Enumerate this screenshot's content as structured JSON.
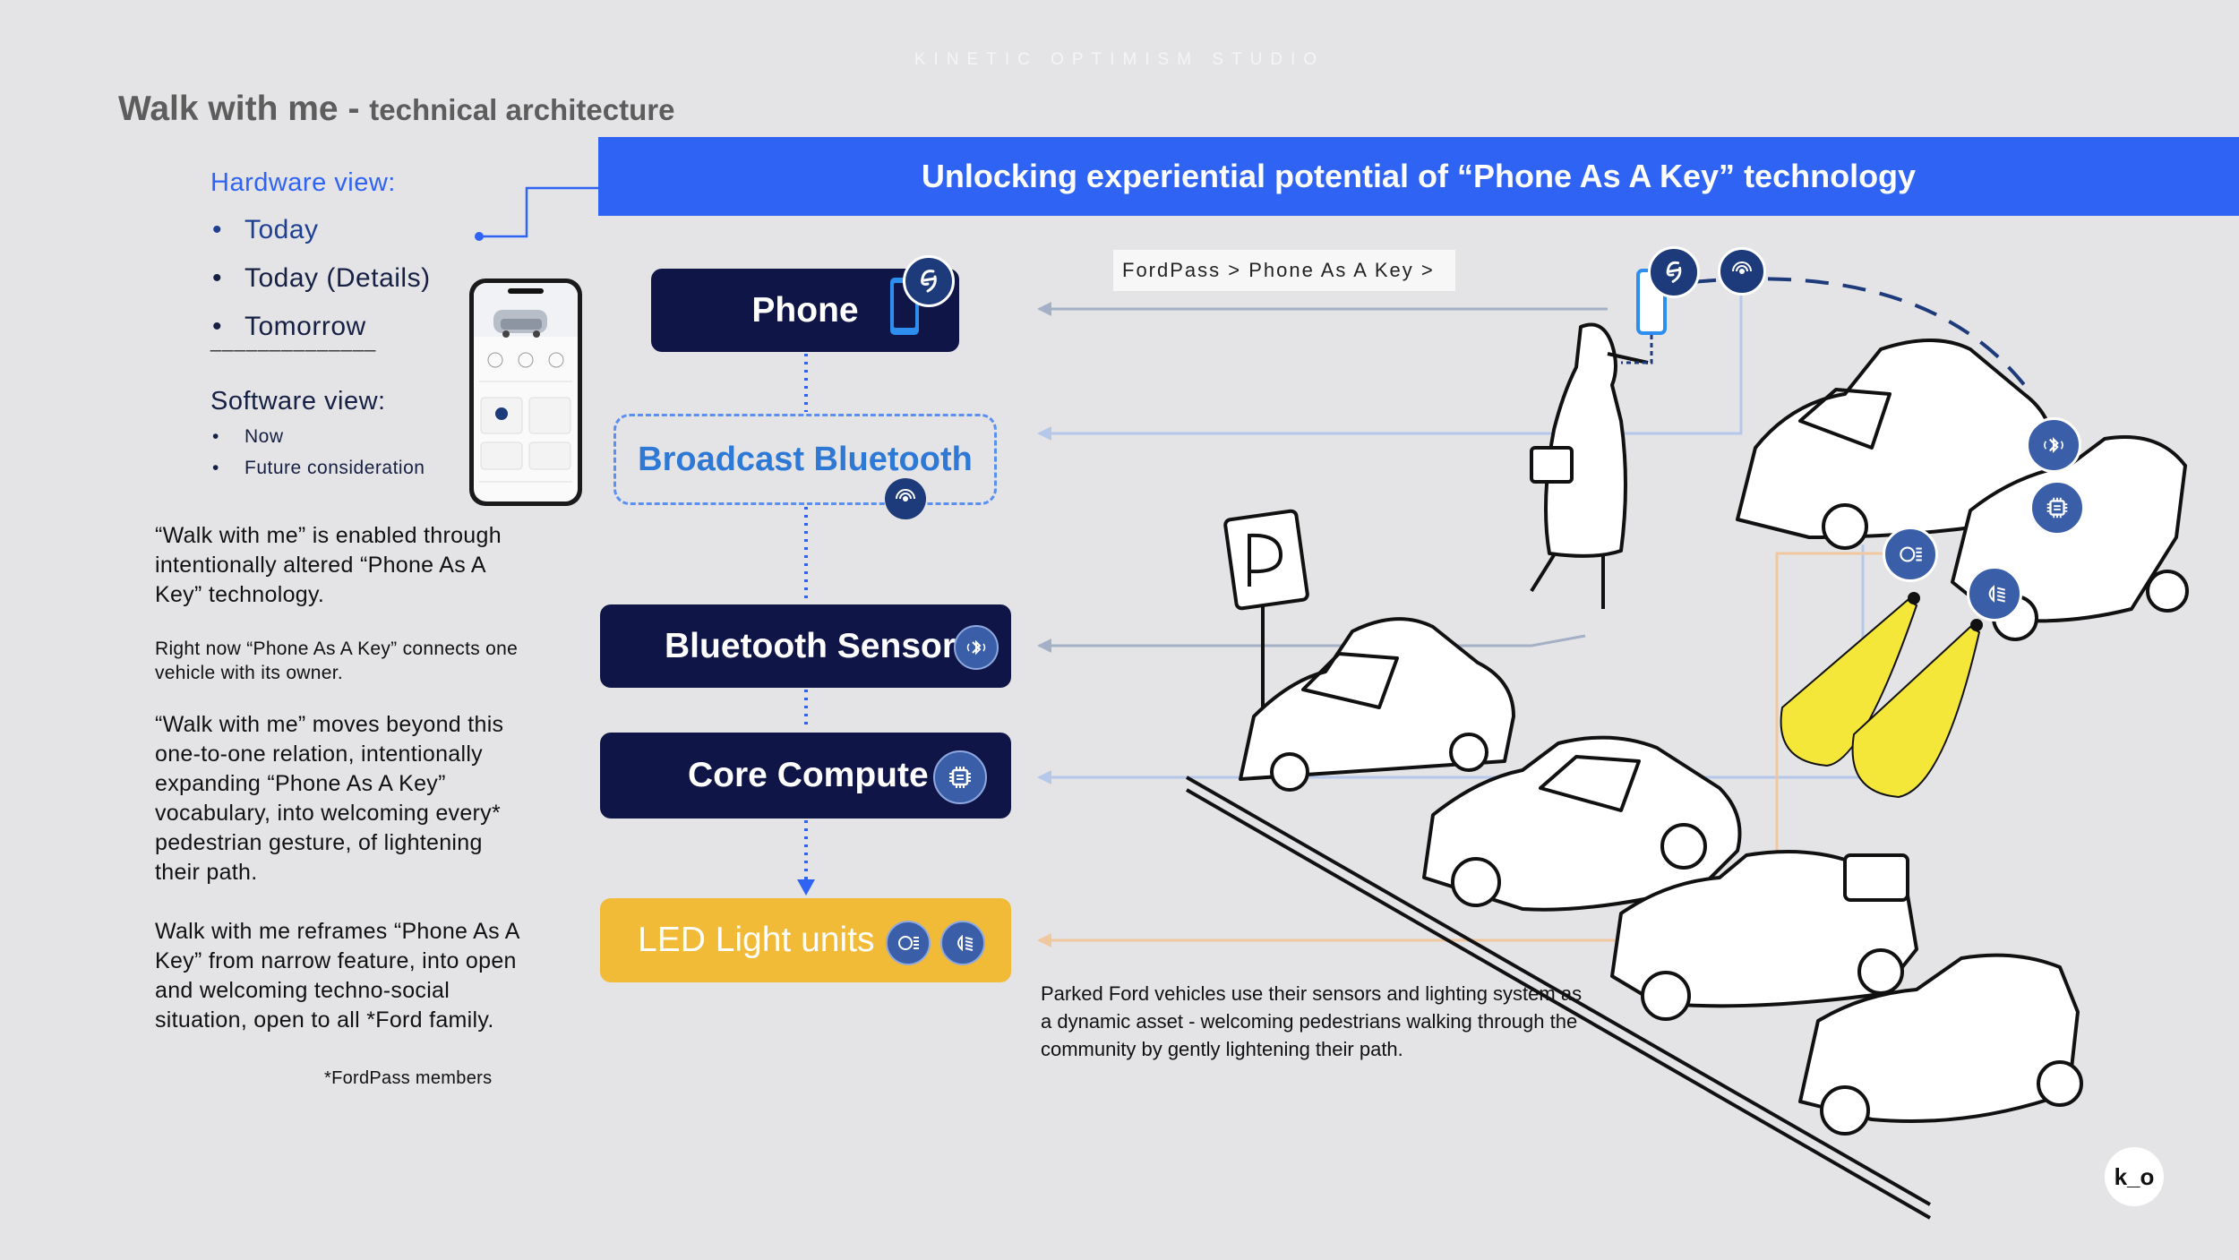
{
  "studio": "KINETIC OPTIMISM STUDIO",
  "title": {
    "main": "Walk with me",
    "separator": " - ",
    "sub": "technical architecture"
  },
  "banner": "Unlocking experiential potential of “Phone As A Key” technology",
  "hardware": {
    "heading": "Hardware view:",
    "items": [
      "Today",
      "Today (Details)",
      "Tomorrow"
    ],
    "bullet": "•",
    "divider": "______________"
  },
  "software": {
    "heading": "Software view:",
    "items": [
      "Now",
      "Future consideration"
    ],
    "bullet": "•"
  },
  "paragraphs": [
    "“Walk with me” is enabled through intentionally altered “Phone As A Key” technology.",
    "Right now “Phone As A Key” connects one vehicle with its owner.",
    "“Walk with me” moves beyond this one-to-one relation, intentionally expanding “Phone As A Key” vocabulary, into welcoming every* pedestrian gesture, of lightening their path.",
    "Walk with me reframes “Phone As A Key” from narrow feature, into open and welcoming techno-social situation, open to all *Ford family."
  ],
  "footnote": "*FordPass members",
  "architecture": {
    "phone": "Phone",
    "broadcast": "Broadcast Bluetooth",
    "sensor": "Bluetooth Sensor",
    "compute": "Core Compute",
    "led": "LED Light units"
  },
  "breadcrumb": "FordPass > Phone As A Key >",
  "caption": "Parked Ford vehicles use their sensors and lighting system as a dynamic asset - welcoming pedestrians walking through the community by gently lightening their path.",
  "logo": "k_o",
  "colors": {
    "accent": "#2f63f4",
    "navy": "#0f1647",
    "led": "#f1bb37",
    "background": "#e4e4e6",
    "beam": "#f5e63a"
  },
  "icons": [
    "ford-pass-icon",
    "phone-icon",
    "broadcast-icon",
    "bluetooth-icon",
    "chip-icon",
    "rear-light-icon",
    "low-beam-icon"
  ]
}
